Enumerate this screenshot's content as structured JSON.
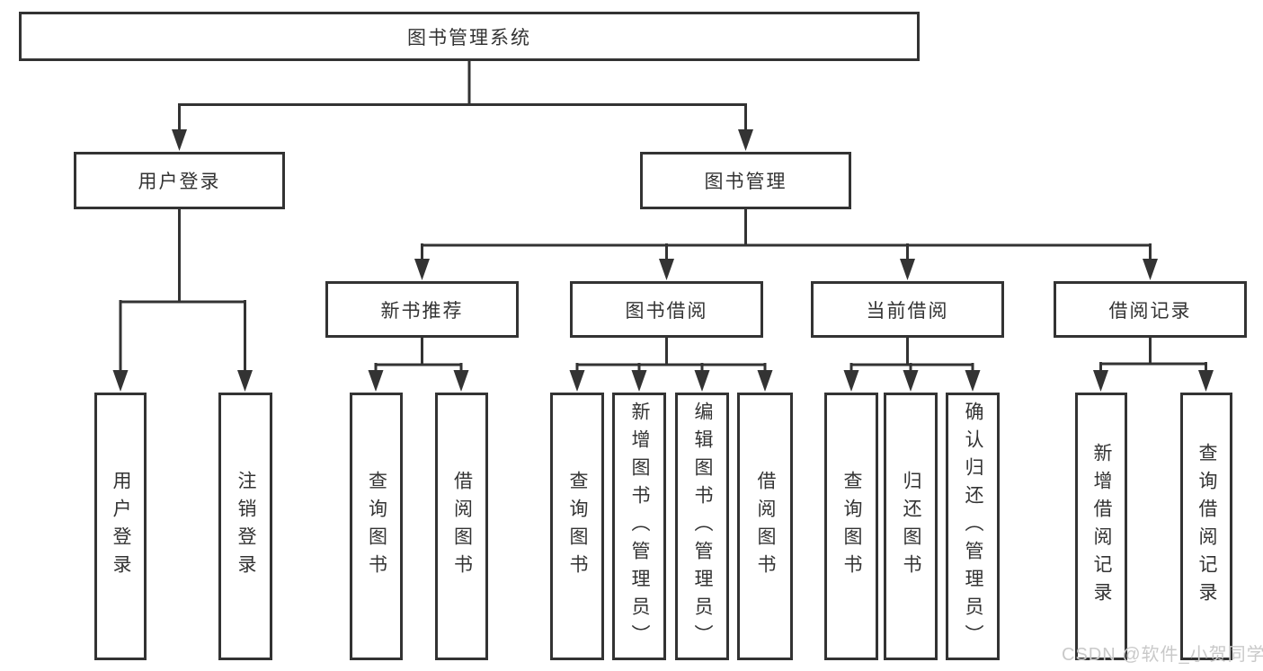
{
  "colors": {
    "line": "#333333",
    "text": "#333333",
    "watermark": "#c9c9c9",
    "background": "#ffffff"
  },
  "watermark": "CSDN @软件_小贺同学",
  "tree": {
    "root": {
      "label": "图书管理系统"
    },
    "user_login": {
      "label": "用户登录",
      "children": {
        "login": {
          "label": "用户登录"
        },
        "logout": {
          "label": "注销登录"
        }
      }
    },
    "book_management": {
      "label": "图书管理",
      "children": {
        "recommend": {
          "label": "新书推荐",
          "children": {
            "query": {
              "label": "查询图书"
            },
            "borrow": {
              "label": "借阅图书"
            }
          }
        },
        "borrowing": {
          "label": "图书借阅",
          "children": {
            "query": {
              "label": "查询图书"
            },
            "add": {
              "label": "新增图书（管理员）"
            },
            "edit": {
              "label": "编辑图书（管理员）"
            },
            "borrow": {
              "label": "借阅图书"
            }
          }
        },
        "current": {
          "label": "当前借阅",
          "children": {
            "query": {
              "label": "查询图书"
            },
            "return": {
              "label": "归还图书"
            },
            "confirm": {
              "label": "确认归还（管理员）"
            }
          }
        },
        "records": {
          "label": "借阅记录",
          "children": {
            "add": {
              "label": "新增借阅记录"
            },
            "query": {
              "label": "查询借阅记录"
            }
          }
        }
      }
    }
  }
}
